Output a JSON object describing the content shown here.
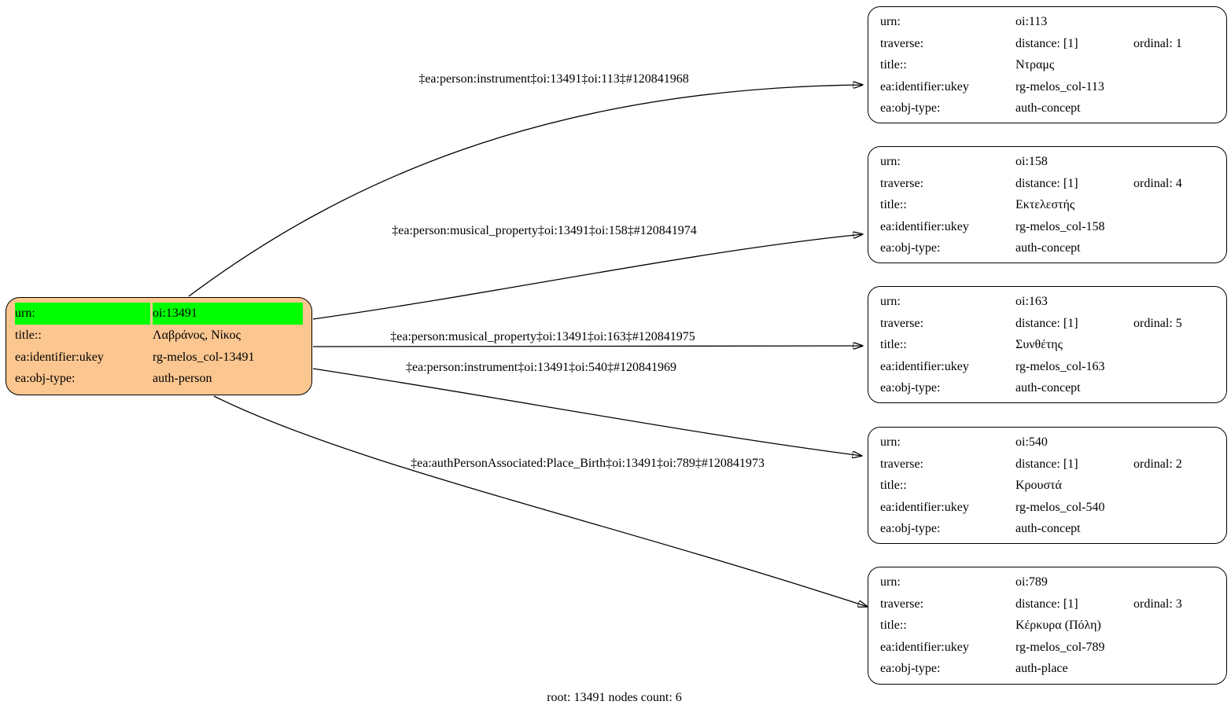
{
  "caption": "root: 13491 nodes count: 6",
  "colors": {
    "root_fill": "#FCC690",
    "urn_highlight": "#00FF00",
    "node_fill": "#FFFFFF",
    "edge": "#000000"
  },
  "field_labels": {
    "urn": "urn:",
    "traverse": "traverse:",
    "title": "title::",
    "ukey": "ea:identifier:ukey",
    "obj_type": "ea:obj-type:"
  },
  "root_node": {
    "urn": "oi:13491",
    "title": "Λαβράνος, Νίκος",
    "ukey": "rg-melos_col-13491",
    "obj_type": "auth-person"
  },
  "nodes": [
    {
      "urn": "oi:113",
      "distance": "distance: [1]",
      "ordinal": "ordinal: 1",
      "title": "Ντραμς",
      "ukey": "rg-melos_col-113",
      "obj_type": "auth-concept"
    },
    {
      "urn": "oi:158",
      "distance": "distance: [1]",
      "ordinal": "ordinal: 4",
      "title": "Εκτελεστής",
      "ukey": "rg-melos_col-158",
      "obj_type": "auth-concept"
    },
    {
      "urn": "oi:163",
      "distance": "distance: [1]",
      "ordinal": "ordinal: 5",
      "title": "Συνθέτης",
      "ukey": "rg-melos_col-163",
      "obj_type": "auth-concept"
    },
    {
      "urn": "oi:540",
      "distance": "distance: [1]",
      "ordinal": "ordinal: 2",
      "title": "Κρουστά",
      "ukey": "rg-melos_col-540",
      "obj_type": "auth-concept"
    },
    {
      "urn": "oi:789",
      "distance": "distance: [1]",
      "ordinal": "ordinal: 3",
      "title": "Κέρκυρα (Πόλη)",
      "ukey": "rg-melos_col-789",
      "obj_type": "auth-place"
    }
  ],
  "edges": [
    {
      "label": "‡ea:person:instrument‡oi:13491‡oi:113‡#120841968"
    },
    {
      "label": "‡ea:person:musical_property‡oi:13491‡oi:158‡#120841974"
    },
    {
      "label": "‡ea:person:musical_property‡oi:13491‡oi:163‡#120841975"
    },
    {
      "label": "‡ea:person:instrument‡oi:13491‡oi:540‡#120841969"
    },
    {
      "label": "‡ea:authPersonAssociated:Place_Birth‡oi:13491‡oi:789‡#120841973"
    }
  ]
}
